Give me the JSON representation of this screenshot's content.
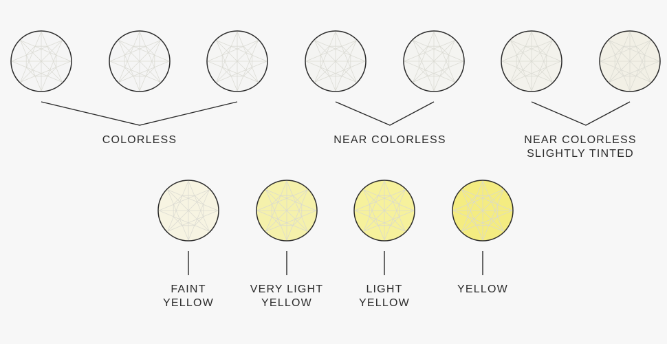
{
  "groups": [
    {
      "id": "colorless",
      "lines": [
        "COLORLESS"
      ]
    },
    {
      "id": "near-colorless",
      "lines": [
        "NEAR COLORLESS"
      ]
    },
    {
      "id": "near-colorless-slightly-tinted",
      "lines": [
        "NEAR COLORLESS",
        "SLIGHTLY TINTED"
      ]
    }
  ],
  "grades": [
    {
      "id": "faint-yellow",
      "lines": [
        "FAINT",
        "YELLOW"
      ]
    },
    {
      "id": "very-light-yellow",
      "lines": [
        "VERY LIGHT",
        "YELLOW"
      ]
    },
    {
      "id": "light-yellow",
      "lines": [
        "LIGHT",
        "YELLOW"
      ]
    },
    {
      "id": "yellow",
      "lines": [
        "YELLOW"
      ]
    }
  ],
  "colors": {
    "background": "#f7f7f7",
    "outline": "#2a2a2a",
    "facet_lines": "#d8d8d0",
    "row1_fills": [
      "#f5f5f5",
      "#f5f5f5",
      "#f5f5f4",
      "#f4f4f2",
      "#f4f4f1",
      "#f3f2ec",
      "#f2f0e6"
    ],
    "row2_fills": [
      "#f7f4e2",
      "#f5f1ab",
      "#f6f19c",
      "#f4ec81"
    ]
  },
  "icons": {
    "diamond": "diamond-top-view-icon"
  }
}
